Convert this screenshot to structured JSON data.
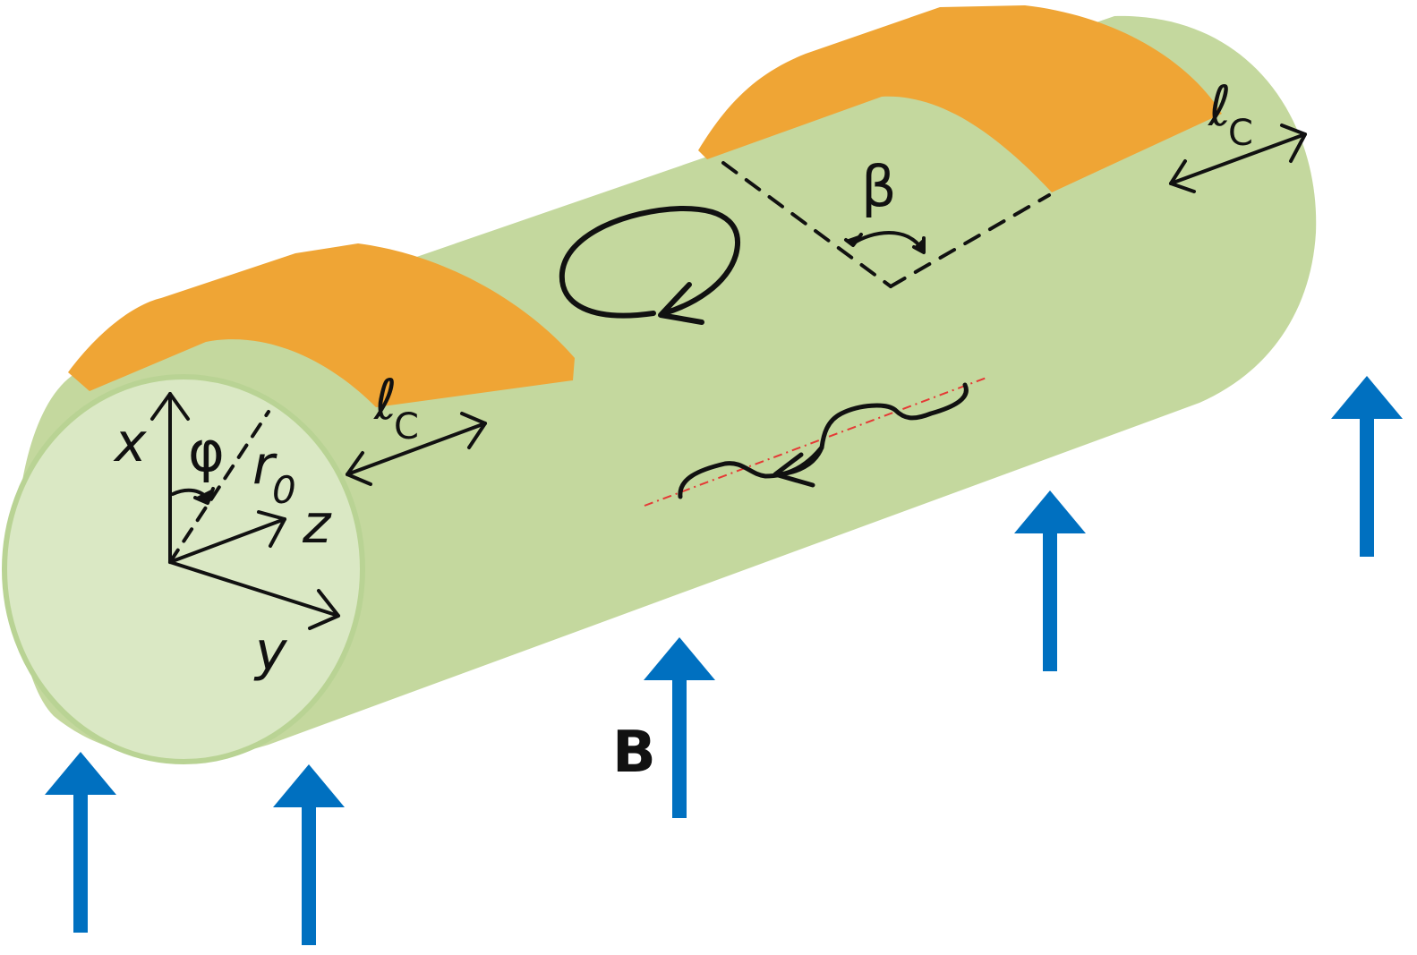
{
  "labels": {
    "axis_x": "x",
    "axis_y": "y",
    "axis_z": "z",
    "angle_phi": "φ",
    "radius_r": "r",
    "radius_sub": "0",
    "angle_beta": "β",
    "length_l_1": "ℓ",
    "length_sub_1": "C",
    "length_l_2": "ℓ",
    "length_sub_2": "C",
    "field": "B"
  },
  "colors": {
    "cylinder_body": "#c4d89e",
    "cylinder_face": "#dae8c4",
    "cylinder_edge": "#b9d394",
    "patch": "#efa535",
    "field_arrow": "#0070c0",
    "line": "#111111",
    "trajectory_axis": "#e53935"
  },
  "icons": {
    "closed_orbit": "circular-orbit-arrow-icon",
    "open_orbit": "helical-orbit-arrow-icon",
    "field_arrow": "upward-arrow-icon"
  }
}
